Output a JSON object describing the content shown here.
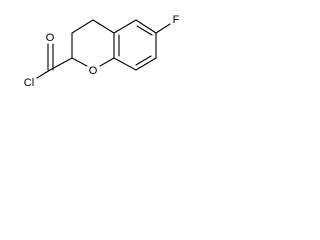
{
  "molecule": {
    "atom_labels": {
      "fluorine": "F",
      "carbonyl_oxygen": "O",
      "ring_oxygen": "O",
      "chlorine": "Cl"
    }
  }
}
